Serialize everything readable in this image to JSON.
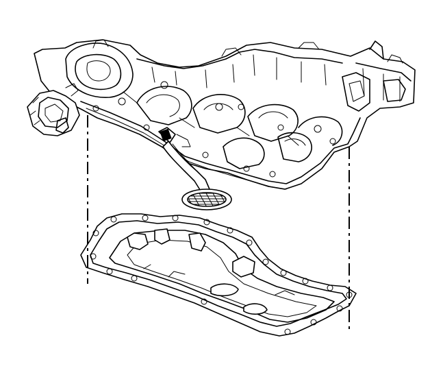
{
  "figure": {
    "components": [
      "engine-block",
      "oil-pump-pickup-tube",
      "pickup-screen",
      "oil-pan",
      "alignment-guide-lines"
    ],
    "colors": {
      "line": "#000000",
      "background": "#ffffff"
    }
  }
}
